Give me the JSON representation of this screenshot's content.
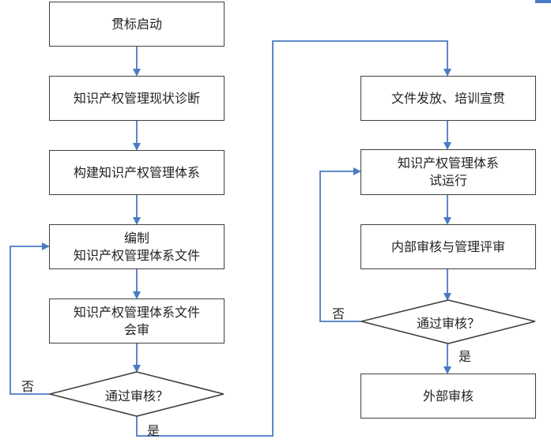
{
  "diagram": {
    "type": "flowchart",
    "colors": {
      "connector": "#4a7bc4",
      "border": "#404040",
      "text": "#222222"
    },
    "left_column": [
      {
        "id": "kickoff",
        "lines": [
          "贯标启动"
        ]
      },
      {
        "id": "diagnosis",
        "lines": [
          "知识产权管理现状诊断"
        ]
      },
      {
        "id": "build-system",
        "lines": [
          "构建知识产权管理体系"
        ]
      },
      {
        "id": "compile-docs",
        "lines": [
          "编制",
          "知识产权管理体系文件"
        ]
      },
      {
        "id": "review-docs",
        "lines": [
          "知识产权管理体系文件",
          "会审"
        ]
      }
    ],
    "left_decision": {
      "text": "通过审核？",
      "no_label": "否",
      "yes_label": "是"
    },
    "right_column": [
      {
        "id": "distribute-train",
        "lines": [
          "文件发放、培训宣贯"
        ]
      },
      {
        "id": "trial-run",
        "lines": [
          "知识产权管理体系",
          "试运行"
        ]
      },
      {
        "id": "internal-audit",
        "lines": [
          "内部审核与管理评审"
        ]
      }
    ],
    "right_decision": {
      "text": "通过审核？",
      "no_label": "否",
      "yes_label": "是"
    },
    "final": {
      "id": "external-audit",
      "lines": [
        "外部审核"
      ]
    }
  }
}
